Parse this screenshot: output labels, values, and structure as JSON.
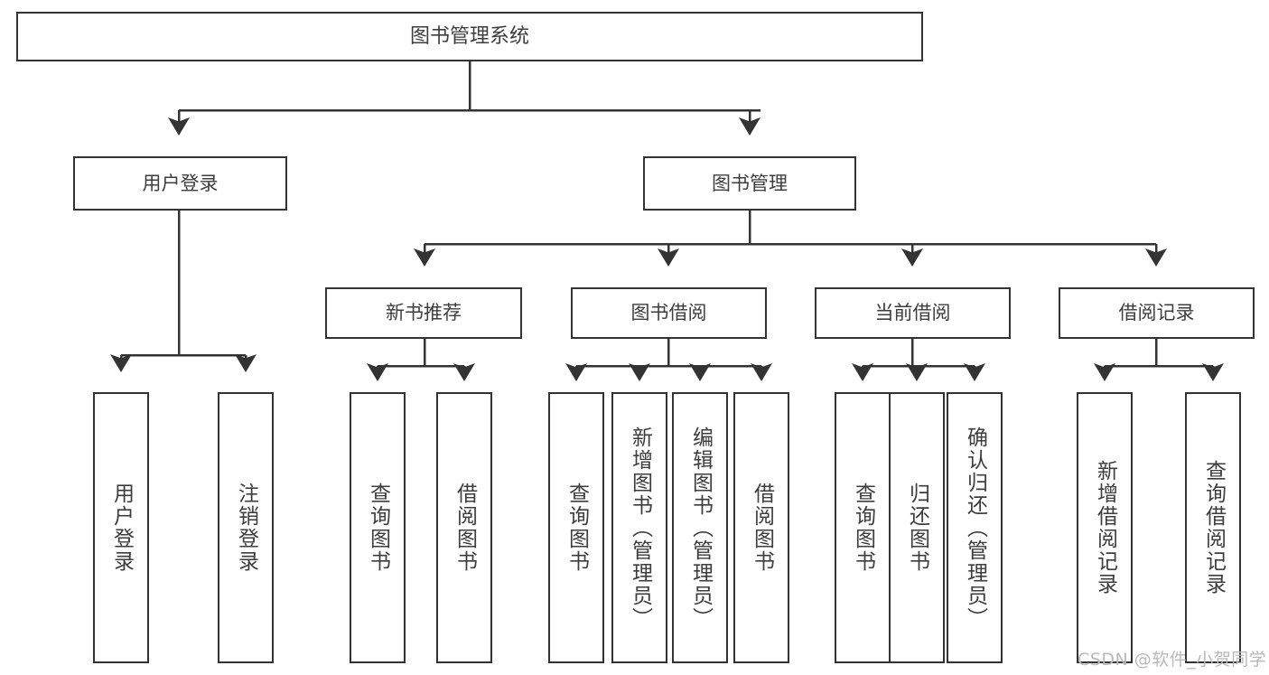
{
  "diagram": {
    "title": "图书管理系统",
    "type": "tree",
    "colors": {
      "stroke": "#333333",
      "fill": "#ffffff",
      "text": "#3d3d3d",
      "watermark": "#b9b9b9"
    },
    "watermark": "CSDN @软件_小贺同学",
    "nodes": {
      "root": {
        "label": "图书管理系统"
      },
      "level2": [
        {
          "label": "用户登录"
        },
        {
          "label": "图书管理"
        }
      ],
      "level3": [
        {
          "label": "新书推荐"
        },
        {
          "label": "图书借阅"
        },
        {
          "label": "当前借阅"
        },
        {
          "label": "借阅记录"
        }
      ],
      "leaves": {
        "user_login": [
          {
            "label": "用户登录"
          },
          {
            "label": "注销登录"
          }
        ],
        "new_book_recommend": [
          {
            "label": "查询图书"
          },
          {
            "label": "借阅图书"
          }
        ],
        "book_borrow": [
          {
            "label": "查询图书"
          },
          {
            "label": "新增图书（管理员）"
          },
          {
            "label": "编辑图书（管理员）"
          },
          {
            "label": "借阅图书"
          }
        ],
        "current_borrow": [
          {
            "label": "查询图书"
          },
          {
            "label": "归还图书"
          },
          {
            "label": "确认归还（管理员）"
          }
        ],
        "borrow_record": [
          {
            "label": "新增借阅记录"
          },
          {
            "label": "查询借阅记录"
          }
        ]
      }
    }
  }
}
